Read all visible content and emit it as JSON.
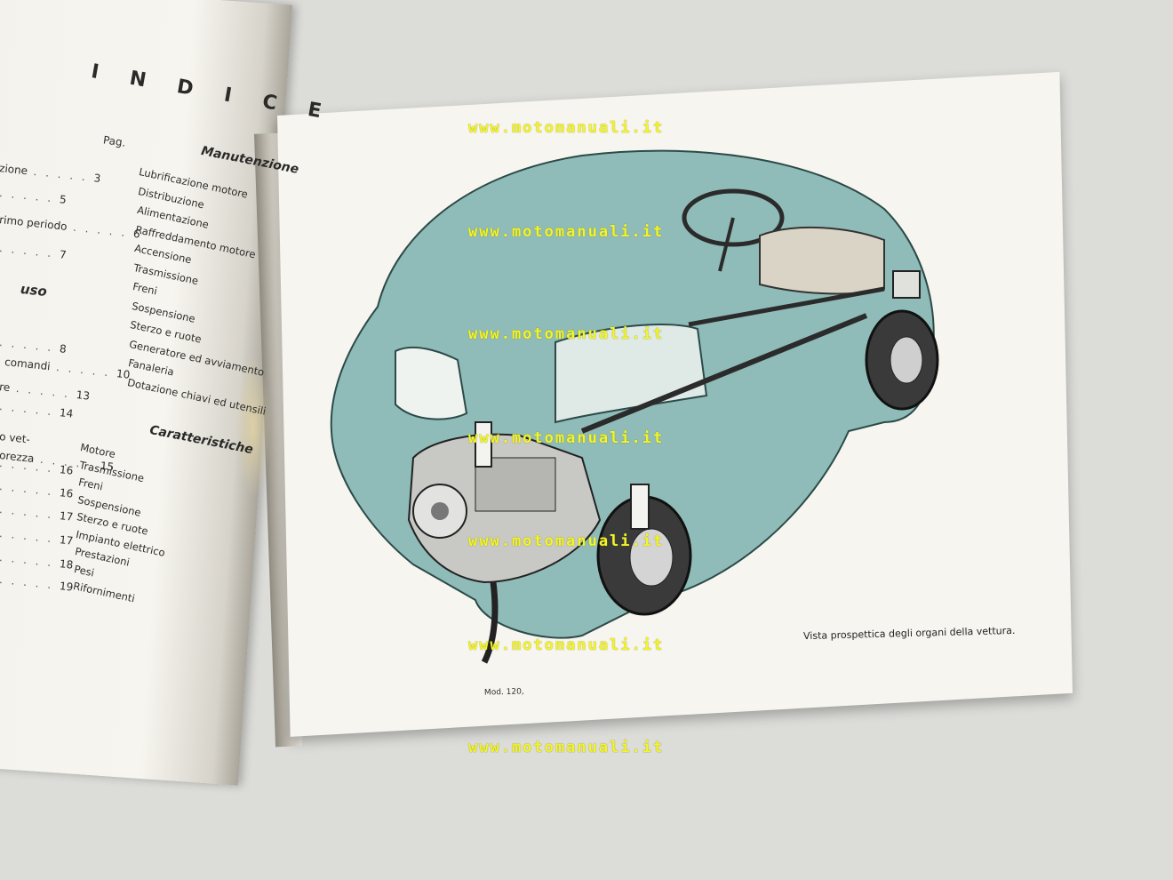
{
  "left_page": {
    "title": "I N D I C E",
    "page_label": "Pag.",
    "entries": [
      {
        "text": "zione",
        "page": "3"
      },
      {
        "text": "",
        "page": "5"
      },
      {
        "text": "rimo periodo",
        "page": "6"
      },
      {
        "text": "",
        "page": "7"
      },
      {
        "text": "uso",
        "page": ""
      },
      {
        "text": "",
        "page": "8"
      },
      {
        "text": "comandi",
        "page": "10"
      },
      {
        "text": "re",
        "page": "13"
      },
      {
        "text": "",
        "page": "14"
      },
      {
        "text": "o vet-",
        "page": ""
      },
      {
        "text": "orezza",
        "page": "15"
      },
      {
        "text": "",
        "page": "16"
      },
      {
        "text": "",
        "page": "16"
      },
      {
        "text": "",
        "page": "17"
      },
      {
        "text": "",
        "page": "17"
      },
      {
        "text": "",
        "page": "18"
      },
      {
        "text": "",
        "page": "19"
      }
    ],
    "manutenzione": {
      "heading": "Manutenzione",
      "items": [
        "Lubrificazione motore",
        "Distribuzione",
        "Alimentazione",
        "Raffreddamento motore",
        "Accensione",
        "Trasmissione",
        "Freni",
        "Sospensione",
        "Sterzo e ruote",
        "Generatore ed avviamento",
        "Fanaleria",
        "Dotazione chiavi ed utensili"
      ]
    },
    "caratteristiche": {
      "heading": "Caratteristiche",
      "items": [
        "Motore",
        "Trasmissione",
        "Freni",
        "Sospensione",
        "Sterzo e ruote",
        "Impianto elettrico",
        "Prestazioni",
        "Pesi",
        "Rifornimenti"
      ]
    }
  },
  "right_page": {
    "caption": "Vista prospettica degli organi della vettura.",
    "model_label": "Mod. 120,"
  },
  "watermark": "www.motomanuali.it",
  "colors": {
    "car_body": "#8fbcb8",
    "watermark": "#f2f52a",
    "paper": "#f7f5ef"
  }
}
